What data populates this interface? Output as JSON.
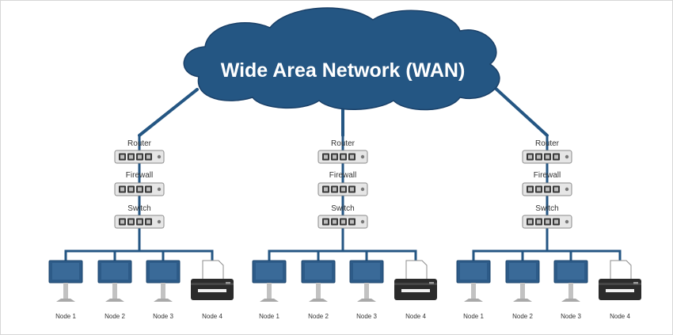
{
  "cloud": {
    "title": "Wide Area Network (WAN)",
    "color": "#245683",
    "border": "#1a4068"
  },
  "colors": {
    "link": "#245683",
    "device_body": "#e6e6e6",
    "device_border": "#8a8a8a",
    "port": "#3a3a3a",
    "monitor_screen": "#2d5b88",
    "printer_body": "#2b2b2b"
  },
  "branches": [
    {
      "devices": [
        {
          "type": "router",
          "label": "Router"
        },
        {
          "type": "firewall",
          "label": "Firewall"
        },
        {
          "type": "switch",
          "label": "Switch"
        }
      ],
      "nodes": [
        {
          "label": "Node 1",
          "icon": "monitor-icon"
        },
        {
          "label": "Node 2",
          "icon": "monitor-icon"
        },
        {
          "label": "Node 3",
          "icon": "monitor-icon"
        },
        {
          "label": "Node 4",
          "icon": "printer-icon"
        }
      ]
    },
    {
      "devices": [
        {
          "type": "router",
          "label": "Router"
        },
        {
          "type": "firewall",
          "label": "Firewall"
        },
        {
          "type": "switch",
          "label": "Switch"
        }
      ],
      "nodes": [
        {
          "label": "Node 1",
          "icon": "monitor-icon"
        },
        {
          "label": "Node 2",
          "icon": "monitor-icon"
        },
        {
          "label": "Node 3",
          "icon": "monitor-icon"
        },
        {
          "label": "Node 4",
          "icon": "printer-icon"
        }
      ]
    },
    {
      "devices": [
        {
          "type": "router",
          "label": "Router"
        },
        {
          "type": "firewall",
          "label": "Firewall"
        },
        {
          "type": "switch",
          "label": "Switch"
        }
      ],
      "nodes": [
        {
          "label": "Node 1",
          "icon": "monitor-icon"
        },
        {
          "label": "Node 2",
          "icon": "monitor-icon"
        },
        {
          "label": "Node 3",
          "icon": "monitor-icon"
        },
        {
          "label": "Node 4",
          "icon": "printer-icon"
        }
      ]
    }
  ]
}
